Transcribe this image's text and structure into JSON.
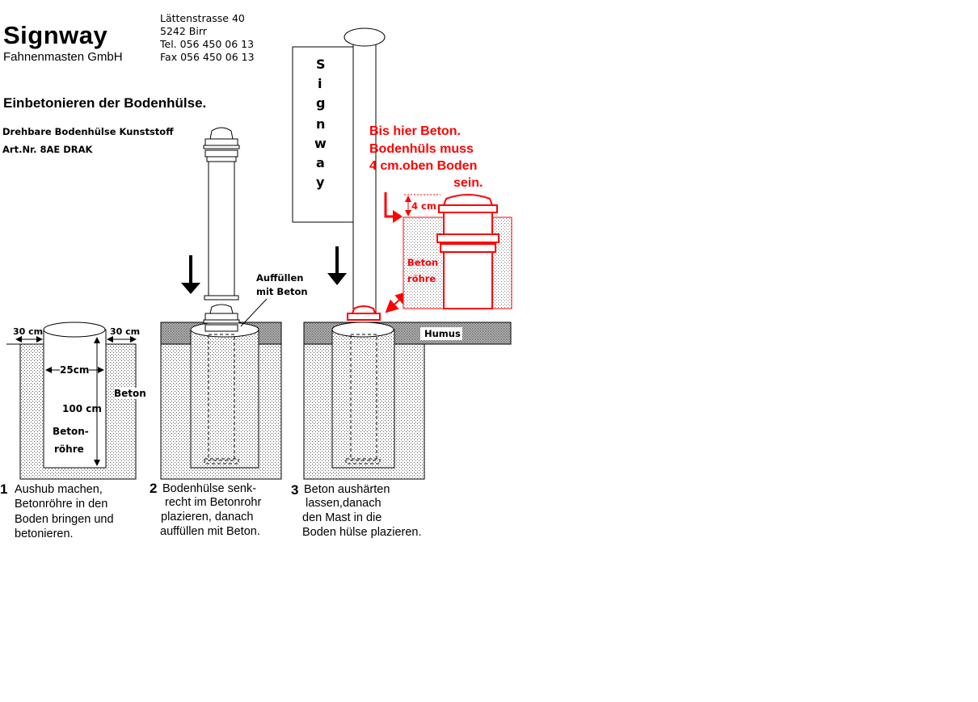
{
  "company": {
    "name": "Signway",
    "subtitle": "Fahnenmasten GmbH",
    "address": [
      "Lättenstrasse 40",
      "5242 Birr",
      "Tel.  056 450 06 13",
      "Fax  056 450 06 13"
    ]
  },
  "heading": "Einbetonieren der Bodenhülse.",
  "product": {
    "name": "Drehbare Bodenhülse Kunststoff",
    "article": "Art.Nr. 8AE DRAK"
  },
  "flag_letters": [
    "S",
    "i",
    "g",
    "n",
    "w",
    "a",
    "y"
  ],
  "labels": {
    "width_left": "30 cm",
    "width_right": "30 cm",
    "diameter": "25cm",
    "depth": "100 cm",
    "concrete": "Beton",
    "pipe_1": "Beton-",
    "pipe_2": "röhre",
    "fill_1": "Auffüllen",
    "fill_2": "mit Beton",
    "humus": "Humus",
    "height": "4 cm",
    "detail_pipe_1": "Beton",
    "detail_pipe_2": "röhre"
  },
  "red_note": [
    "Bis hier Beton.",
    "Bodenhüls muss",
    "4 cm.oben Boden",
    "sein."
  ],
  "steps": [
    {
      "number": "1",
      "lines": [
        "Aushub machen,",
        "Betonröhre in den",
        "Boden  bringen und",
        "betonieren."
      ]
    },
    {
      "number": "2",
      "lines": [
        "Bodenhülse senk-",
        "recht im Betonrohr",
        "plazieren, danach",
        "auffüllen  mit Beton."
      ]
    },
    {
      "number": "3",
      "lines": [
        "Beton aushärten",
        "lassen,danach",
        "den Mast in die",
        "Boden hülse plazieren."
      ]
    }
  ],
  "colors": {
    "highlight": "#ff0000",
    "ink": "#000000"
  }
}
